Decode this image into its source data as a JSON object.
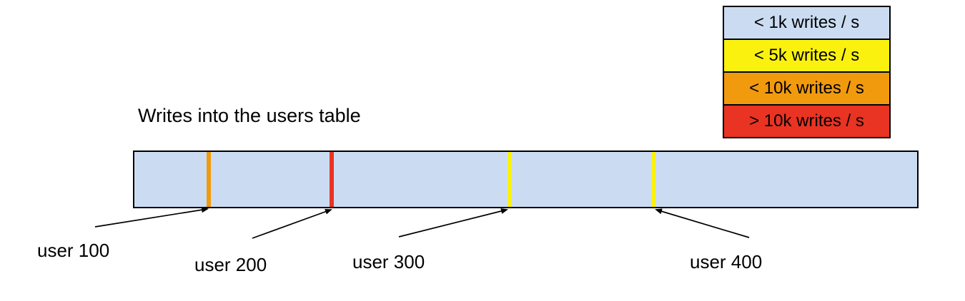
{
  "title": "Writes into the users table",
  "colors": {
    "light_blue": "#CBDCF2",
    "yellow": "#FAF20E",
    "orange": "#F29A0D",
    "red": "#E93323",
    "outline": "#000000"
  },
  "legend": {
    "items": [
      {
        "label": "< 1k writes / s",
        "color": "#CBDCF2",
        "color_name": "light-blue"
      },
      {
        "label": "< 5k writes / s",
        "color": "#FAF20E",
        "color_name": "yellow"
      },
      {
        "label": "< 10k writes / s",
        "color": "#F29A0D",
        "color_name": "orange"
      },
      {
        "label": "> 10k writes / s",
        "color": "#E93323",
        "color_name": "red"
      }
    ]
  },
  "bar": {
    "background_color": "#CBDCF2",
    "stripes": [
      {
        "label": "user 100",
        "color": "#F29A0D",
        "color_name": "orange"
      },
      {
        "label": "user 200",
        "color": "#E93323",
        "color_name": "red"
      },
      {
        "label": "user 300",
        "color": "#FAF20E",
        "color_name": "yellow"
      },
      {
        "label": "user 400",
        "color": "#FAF20E",
        "color_name": "yellow"
      }
    ]
  }
}
